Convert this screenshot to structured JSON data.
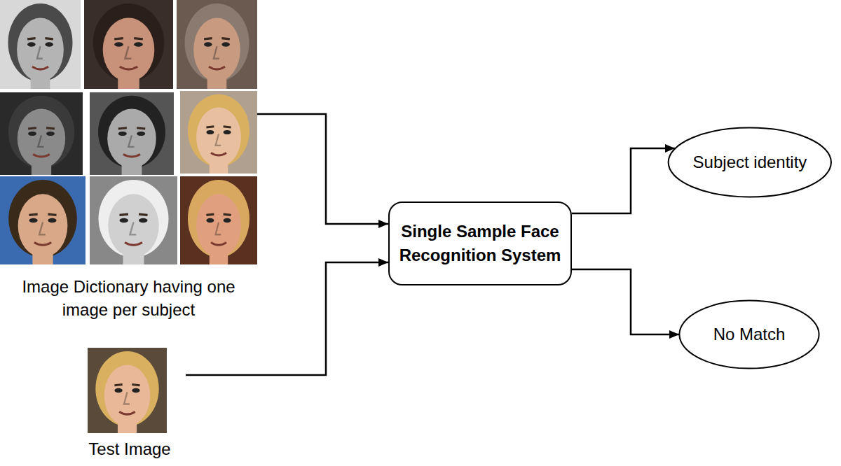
{
  "diagram": {
    "nodes": [
      {
        "text": [
          "Image Dictionary having one image per subject"
        ]
      },
      {
        "text": [
          "Test Image"
        ]
      },
      {
        "text": [
          "Single Sample Face Recognition System"
        ]
      },
      {
        "text": [
          "Subject identity"
        ]
      },
      {
        "text": [
          "No Match"
        ]
      }
    ],
    "edges": [
      {
        "from": 0,
        "to": 2,
        "arrow": "to"
      },
      {
        "from": 1,
        "to": 2,
        "arrow": "to"
      },
      {
        "from": 2,
        "to": 3,
        "arrow": "to"
      },
      {
        "from": 2,
        "to": 4,
        "arrow": "to"
      }
    ]
  }
}
